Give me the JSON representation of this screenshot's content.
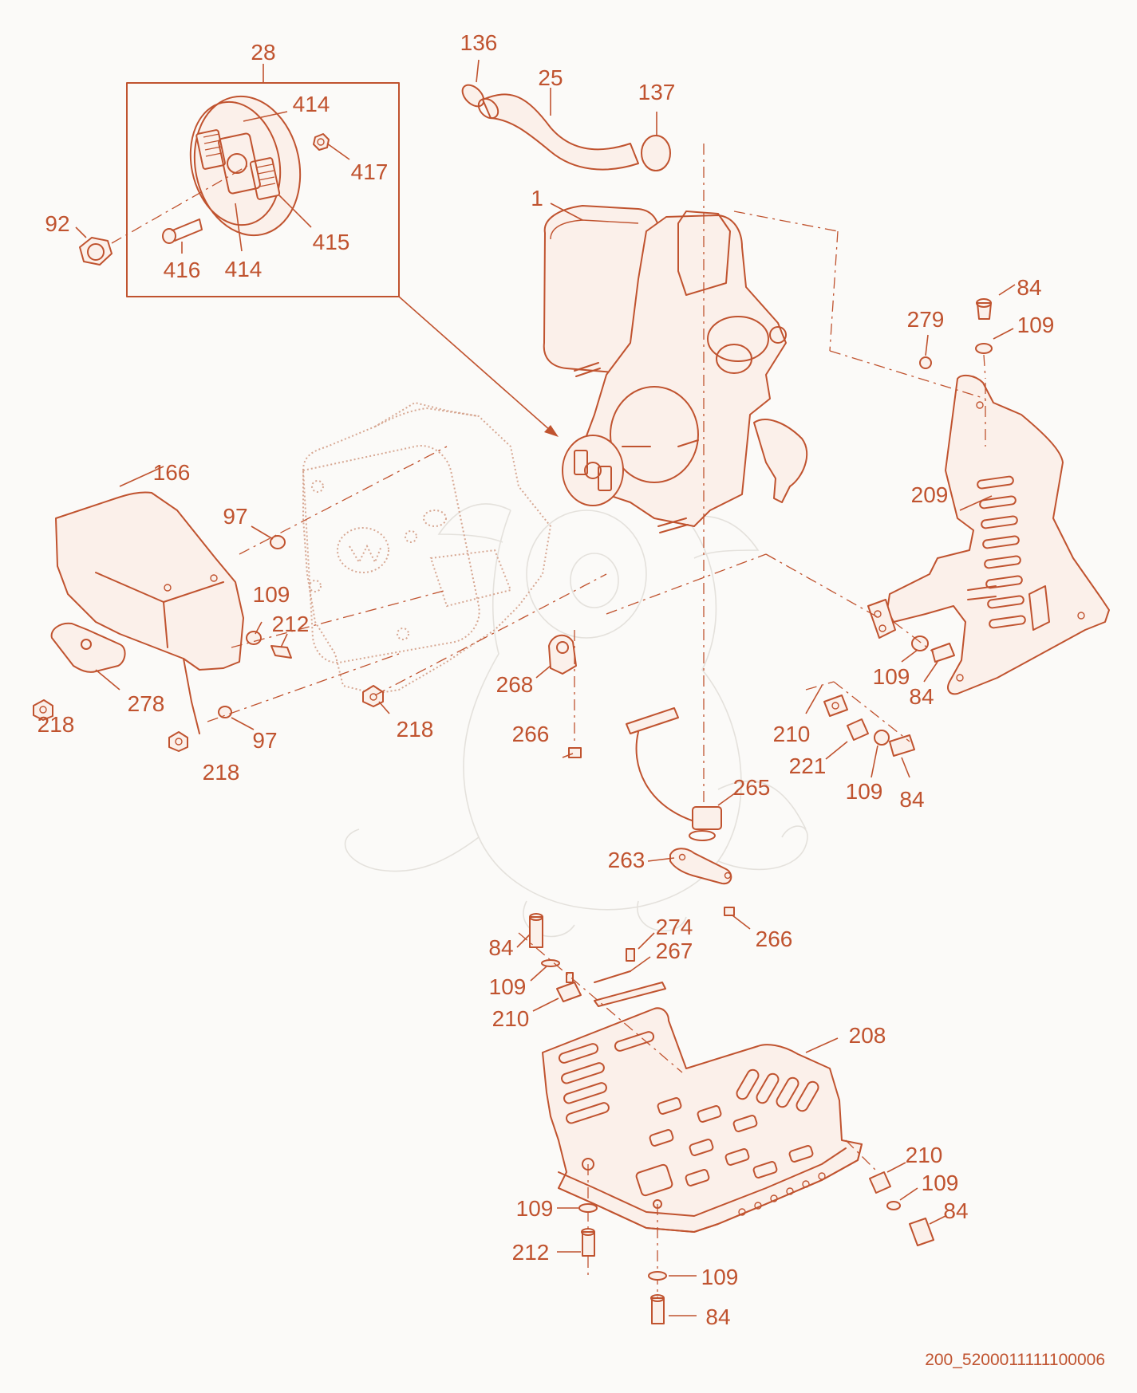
{
  "drawing_code": "200_5200011111100006",
  "colors": {
    "line": "#c0532f",
    "background": "#fbfaf8",
    "fill": "#fbf0ea"
  },
  "callouts": {
    "p28": "28",
    "p136": "136",
    "p25": "25",
    "p137": "137",
    "p414a": "414",
    "p417": "417",
    "p92": "92",
    "p415": "415",
    "p416": "416",
    "p414b": "414",
    "p1": "1",
    "p84a": "84",
    "p279": "279",
    "p109a": "109",
    "p209": "209",
    "p166": "166",
    "p97a": "97",
    "p109b": "109",
    "p212a": "212",
    "p218a": "218",
    "p278": "278",
    "p218b": "218",
    "p97b": "97",
    "p218c": "218",
    "p268": "268",
    "p266a": "266",
    "p109c": "109",
    "p84b": "84",
    "p210a": "210",
    "p221": "221",
    "p109d": "109",
    "p84c": "84",
    "p265": "265",
    "p263": "263",
    "p266b": "266",
    "p274": "274",
    "p84d": "84",
    "p267": "267",
    "p109e": "109",
    "p210b": "210",
    "p208": "208",
    "p210c": "210",
    "p109f": "109",
    "p84e": "84",
    "p109g": "109",
    "p212b": "212",
    "p109h": "109",
    "p84f": "84"
  }
}
